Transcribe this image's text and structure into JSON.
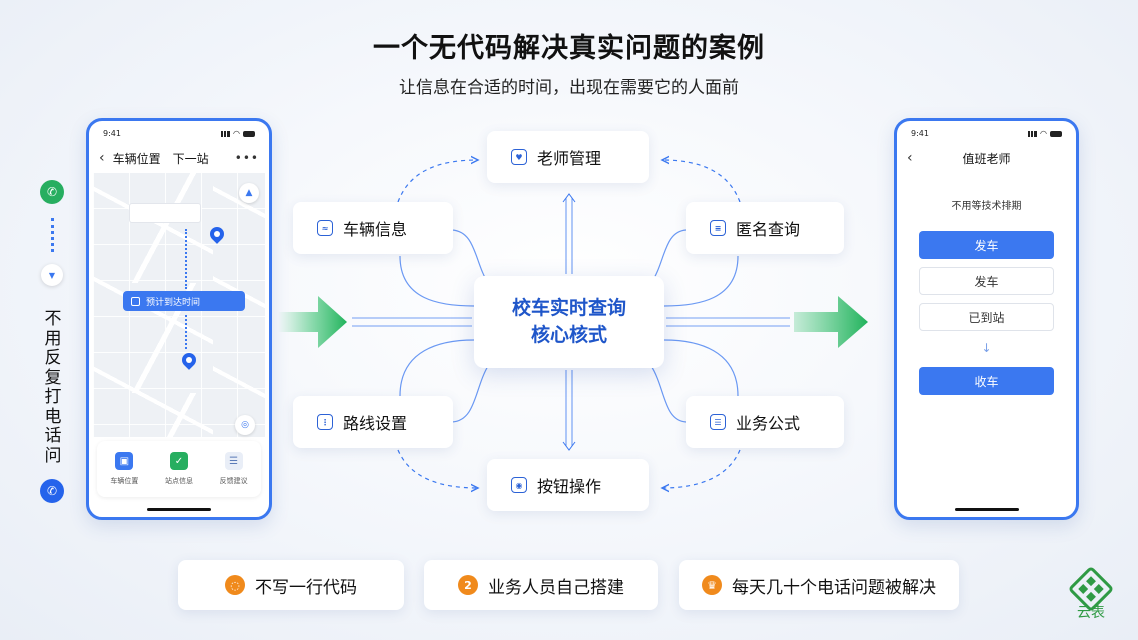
{
  "header": {
    "title": "一个无代码解决真实问题的案例",
    "subtitle": "让信息在合适的时间，出现在需要它的人面前"
  },
  "left_phone": {
    "time": "9:41",
    "nav_title": "车辆位置",
    "nav_next": "下一站",
    "chip_text": "预计到达时间",
    "menu": [
      {
        "label": "车辆位置",
        "icon": "bus-icon",
        "color": "#3b78f0"
      },
      {
        "label": "站点信息",
        "icon": "check-card-icon",
        "color": "#27ae60"
      },
      {
        "label": "反馈建议",
        "icon": "feedback-icon",
        "color": "#e9eef7"
      }
    ]
  },
  "left_side": {
    "vertical_text": "不用反复打电话问",
    "phone_icon_top_color": "#27ae60",
    "phone_icon_bottom_color": "#2563eb"
  },
  "diagram": {
    "center_line1": "校车实时查询",
    "center_line2": "核心核式",
    "nodes": {
      "teacher": "老师管理",
      "vehicle": "车辆信息",
      "anonymous": "匿名查询",
      "route": "路线设置",
      "formula": "业务公式",
      "button": "按钮操作"
    },
    "arrow_color": "#2fbf6a"
  },
  "right_phone": {
    "time": "9:41",
    "title": "值班老师",
    "note": "不用等技术排期",
    "buttons": [
      "发车",
      "发车",
      "已到站",
      "收车"
    ]
  },
  "features": [
    {
      "icon": "bulb-icon",
      "label": "不写一行代码"
    },
    {
      "icon": "2",
      "label": "业务人员自己搭建"
    },
    {
      "icon": "trophy-icon",
      "label": "每天几十个电话问题被解决"
    }
  ],
  "logo": {
    "text": "云表",
    "color": "#2f9a44"
  }
}
